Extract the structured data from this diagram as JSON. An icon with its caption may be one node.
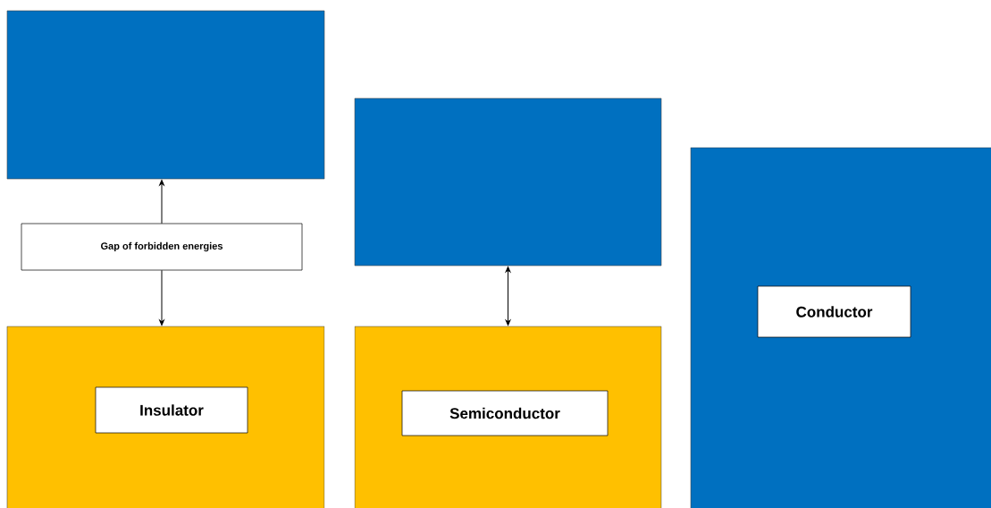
{
  "diagram": {
    "nodes": [
      {
        "text": [],
        "shape": "box"
      },
      {
        "text": [
          "Gap of forbidden energies"
        ]
      },
      {
        "text": [],
        "shape": "box"
      },
      {
        "text": [
          "Insulator"
        ],
        "in": 2
      },
      {
        "text": [],
        "shape": "box"
      },
      {
        "text": [],
        "shape": "box"
      },
      {
        "text": [
          "Semiconductor"
        ],
        "in": 5
      },
      {
        "text": [],
        "shape": "box"
      },
      {
        "text": [
          "Conductor"
        ],
        "in": 7
      }
    ],
    "edges": [
      {
        "from": 1,
        "to": 0,
        "arrow": "to"
      },
      {
        "from": 1,
        "to": 2,
        "arrow": "to"
      },
      {
        "from": 4,
        "to": 5,
        "arrow": "both"
      }
    ]
  }
}
